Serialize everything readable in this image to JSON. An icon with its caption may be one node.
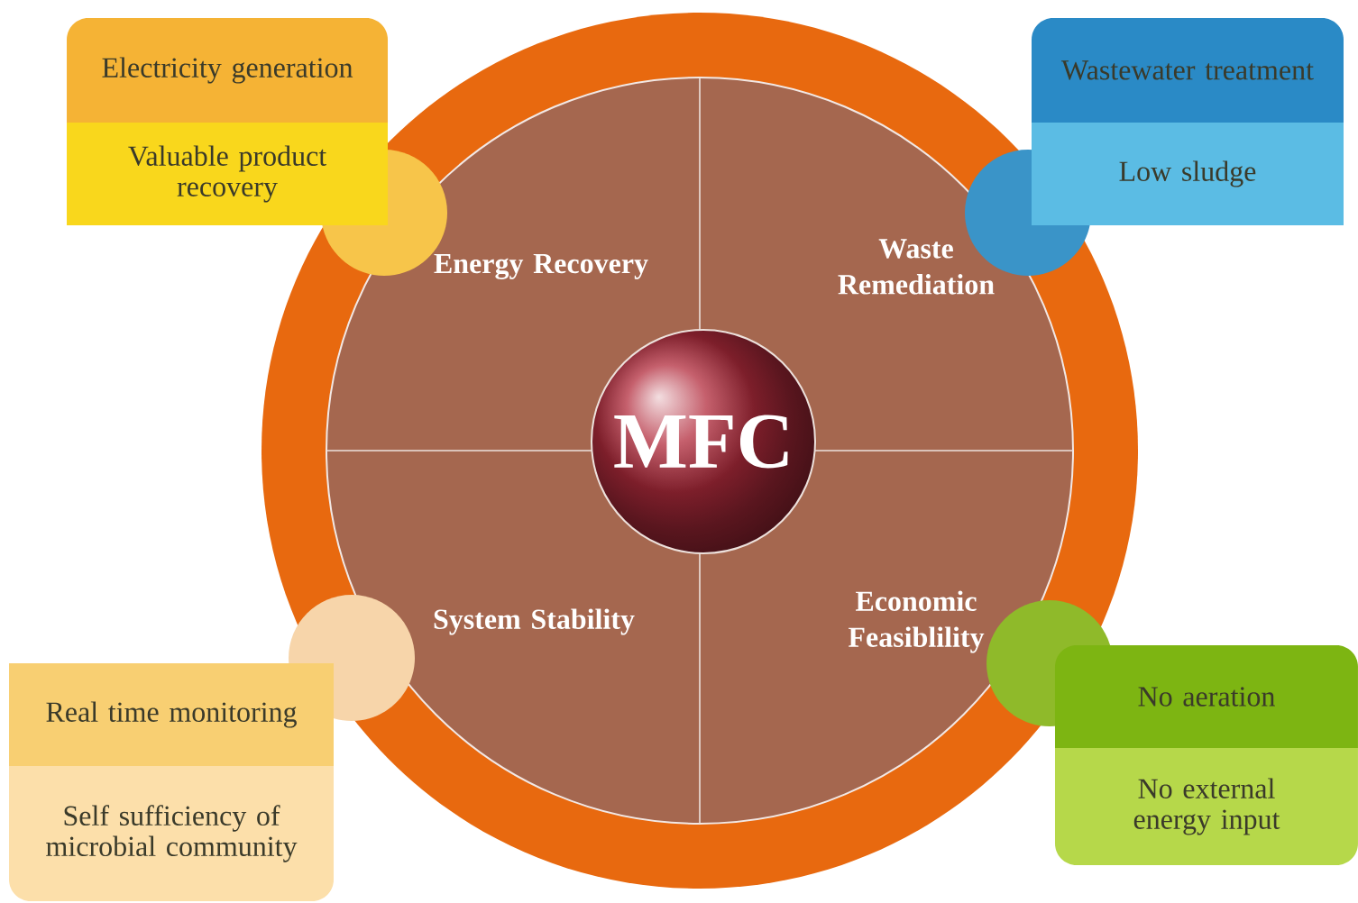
{
  "diagram": {
    "nodes": [
      {
        "text": [
          "Electricity generation"
        ]
      },
      {
        "text": [
          "Valuable product recovery"
        ]
      },
      {
        "text": [
          "Wastewater treatment"
        ]
      },
      {
        "text": [
          "Low sludge"
        ]
      },
      {
        "text": [
          "Energy Recovery"
        ]
      },
      {
        "text": [
          "Waste Remediation"
        ]
      },
      {
        "text": [
          "MFC"
        ]
      },
      {
        "text": [
          "System Stability"
        ]
      },
      {
        "text": [
          "Economic Feasiblility"
        ]
      },
      {
        "text": [
          "Real time monitoring"
        ]
      },
      {
        "text": [
          "Self sufficiency of microbial community"
        ]
      },
      {
        "text": [
          "No aeration"
        ]
      },
      {
        "text": [
          "No external energy input"
        ]
      }
    ]
  }
}
